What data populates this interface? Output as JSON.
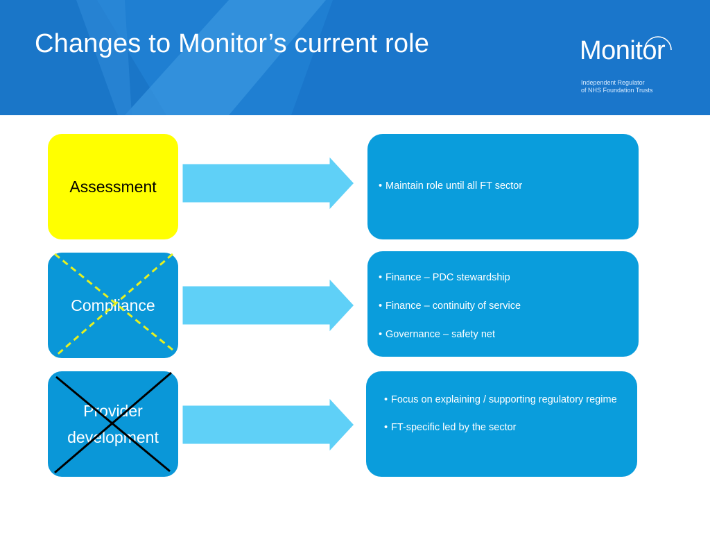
{
  "header": {
    "title": "Changes to Monitor’s current role",
    "logo_word": "Monitor",
    "logo_tagline_1": "Independent Regulator",
    "logo_tagline_2": "of NHS Foundation Trusts"
  },
  "rows": [
    {
      "label": "Assessment",
      "crossed": false,
      "bullets": [
        "Maintain role until all FT sector"
      ]
    },
    {
      "label": "Compliance",
      "crossed": "dashed-yellow",
      "bullets": [
        "Finance – PDC stewardship",
        "Finance – continuity  of service",
        "Governance – safety net"
      ]
    },
    {
      "label_line_1": "Provider",
      "label_line_2": "development",
      "crossed": "solid-black",
      "bullets": [
        "Focus on explaining  / supporting regulatory regime",
        "FT-specific led by the sector"
      ]
    }
  ],
  "colors": {
    "header_blue": "#1f7fd2",
    "box_blue": "#0a97d8",
    "arrow_fill": "#5fd0f7",
    "assessment_yellow": "#ffff00",
    "cross_yellow": "#e6f020",
    "cross_black": "#000000"
  },
  "icons": {
    "logo_arc": "monitor-logo-arc-icon",
    "arrow": "right-arrow-icon",
    "cross": "cross-out-icon"
  }
}
